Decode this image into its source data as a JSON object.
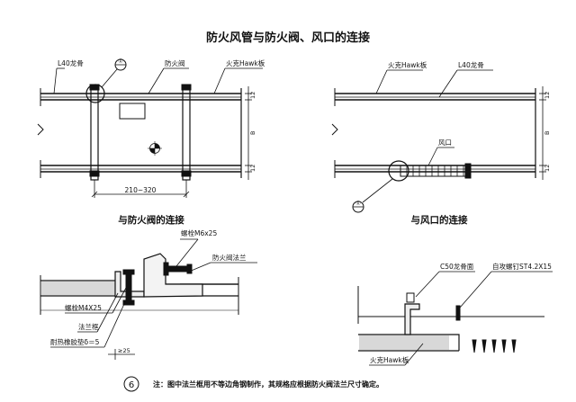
{
  "title": "防火风管与防火阀、风口的连接",
  "left_view": {
    "label_frame": "L40龙骨",
    "label_valve": "防火阀",
    "label_board": "火克Hawk板",
    "detail_ref": "①",
    "dim_top": "12",
    "dim_mid": "B",
    "dim_bot": "12",
    "dim_span": "210~320"
  },
  "right_view": {
    "label_board": "火克Hawk板",
    "label_frame": "L40龙骨",
    "label_outlet": "风口",
    "detail_ref": "①",
    "dim_top": "12",
    "dim_mid": "B",
    "dim_bot": "12"
  },
  "subtitle_left": "与防火阀的连接",
  "subtitle_right": "与风口的连接",
  "detail_left": {
    "bolt_m6": "螺栓M6x25",
    "valve_flange": "防火阀法兰",
    "bolt_m4": "螺栓M4X25",
    "flange_frame": "法兰框",
    "gasket": "耐热橡胶垫δ＝5",
    "dim": "≥25"
  },
  "detail_right": {
    "c50": "C50龙骨面",
    "screw": "自攻螺钉ST4.2X15",
    "board": "火克Hawk板"
  },
  "page_number": "6",
  "note": "注：图中法兰框用不等边角钢制作，其规格应根据防火阀法兰尺寸确定。"
}
